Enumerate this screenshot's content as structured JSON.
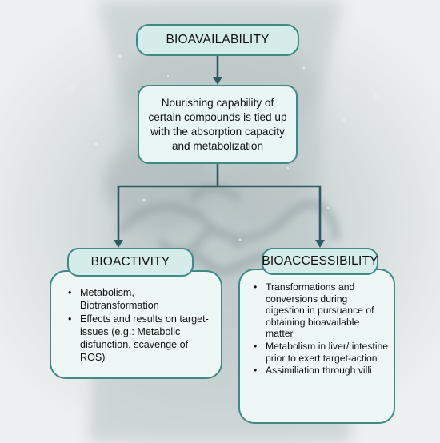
{
  "diagram": {
    "top": {
      "title": "BIOAVAILABILITY"
    },
    "description": "Nourishing capability of certain compounds is tied up with the absorption capacity and metabolization",
    "left": {
      "title": "BIOACTIVITY",
      "bullets": [
        "Metabolism, Biotransformation",
        "Effects and results on target-issues (e.g.: Metabolic disfunction, scavenge of ROS)"
      ]
    },
    "right": {
      "title": "BIOACCESSIBILITY",
      "bullets": [
        "Transformations and conversions during digestion in pursuance of obtaining bioavailable matter",
        "Metabolism in liver/ intestine prior to exert target-action",
        "Assimiliation through villi"
      ]
    },
    "colors": {
      "border": "#3d8a86",
      "arrow": "#2f5b60",
      "title_fill": "#d6ecea",
      "panel_fill": "#eef7f5"
    }
  }
}
